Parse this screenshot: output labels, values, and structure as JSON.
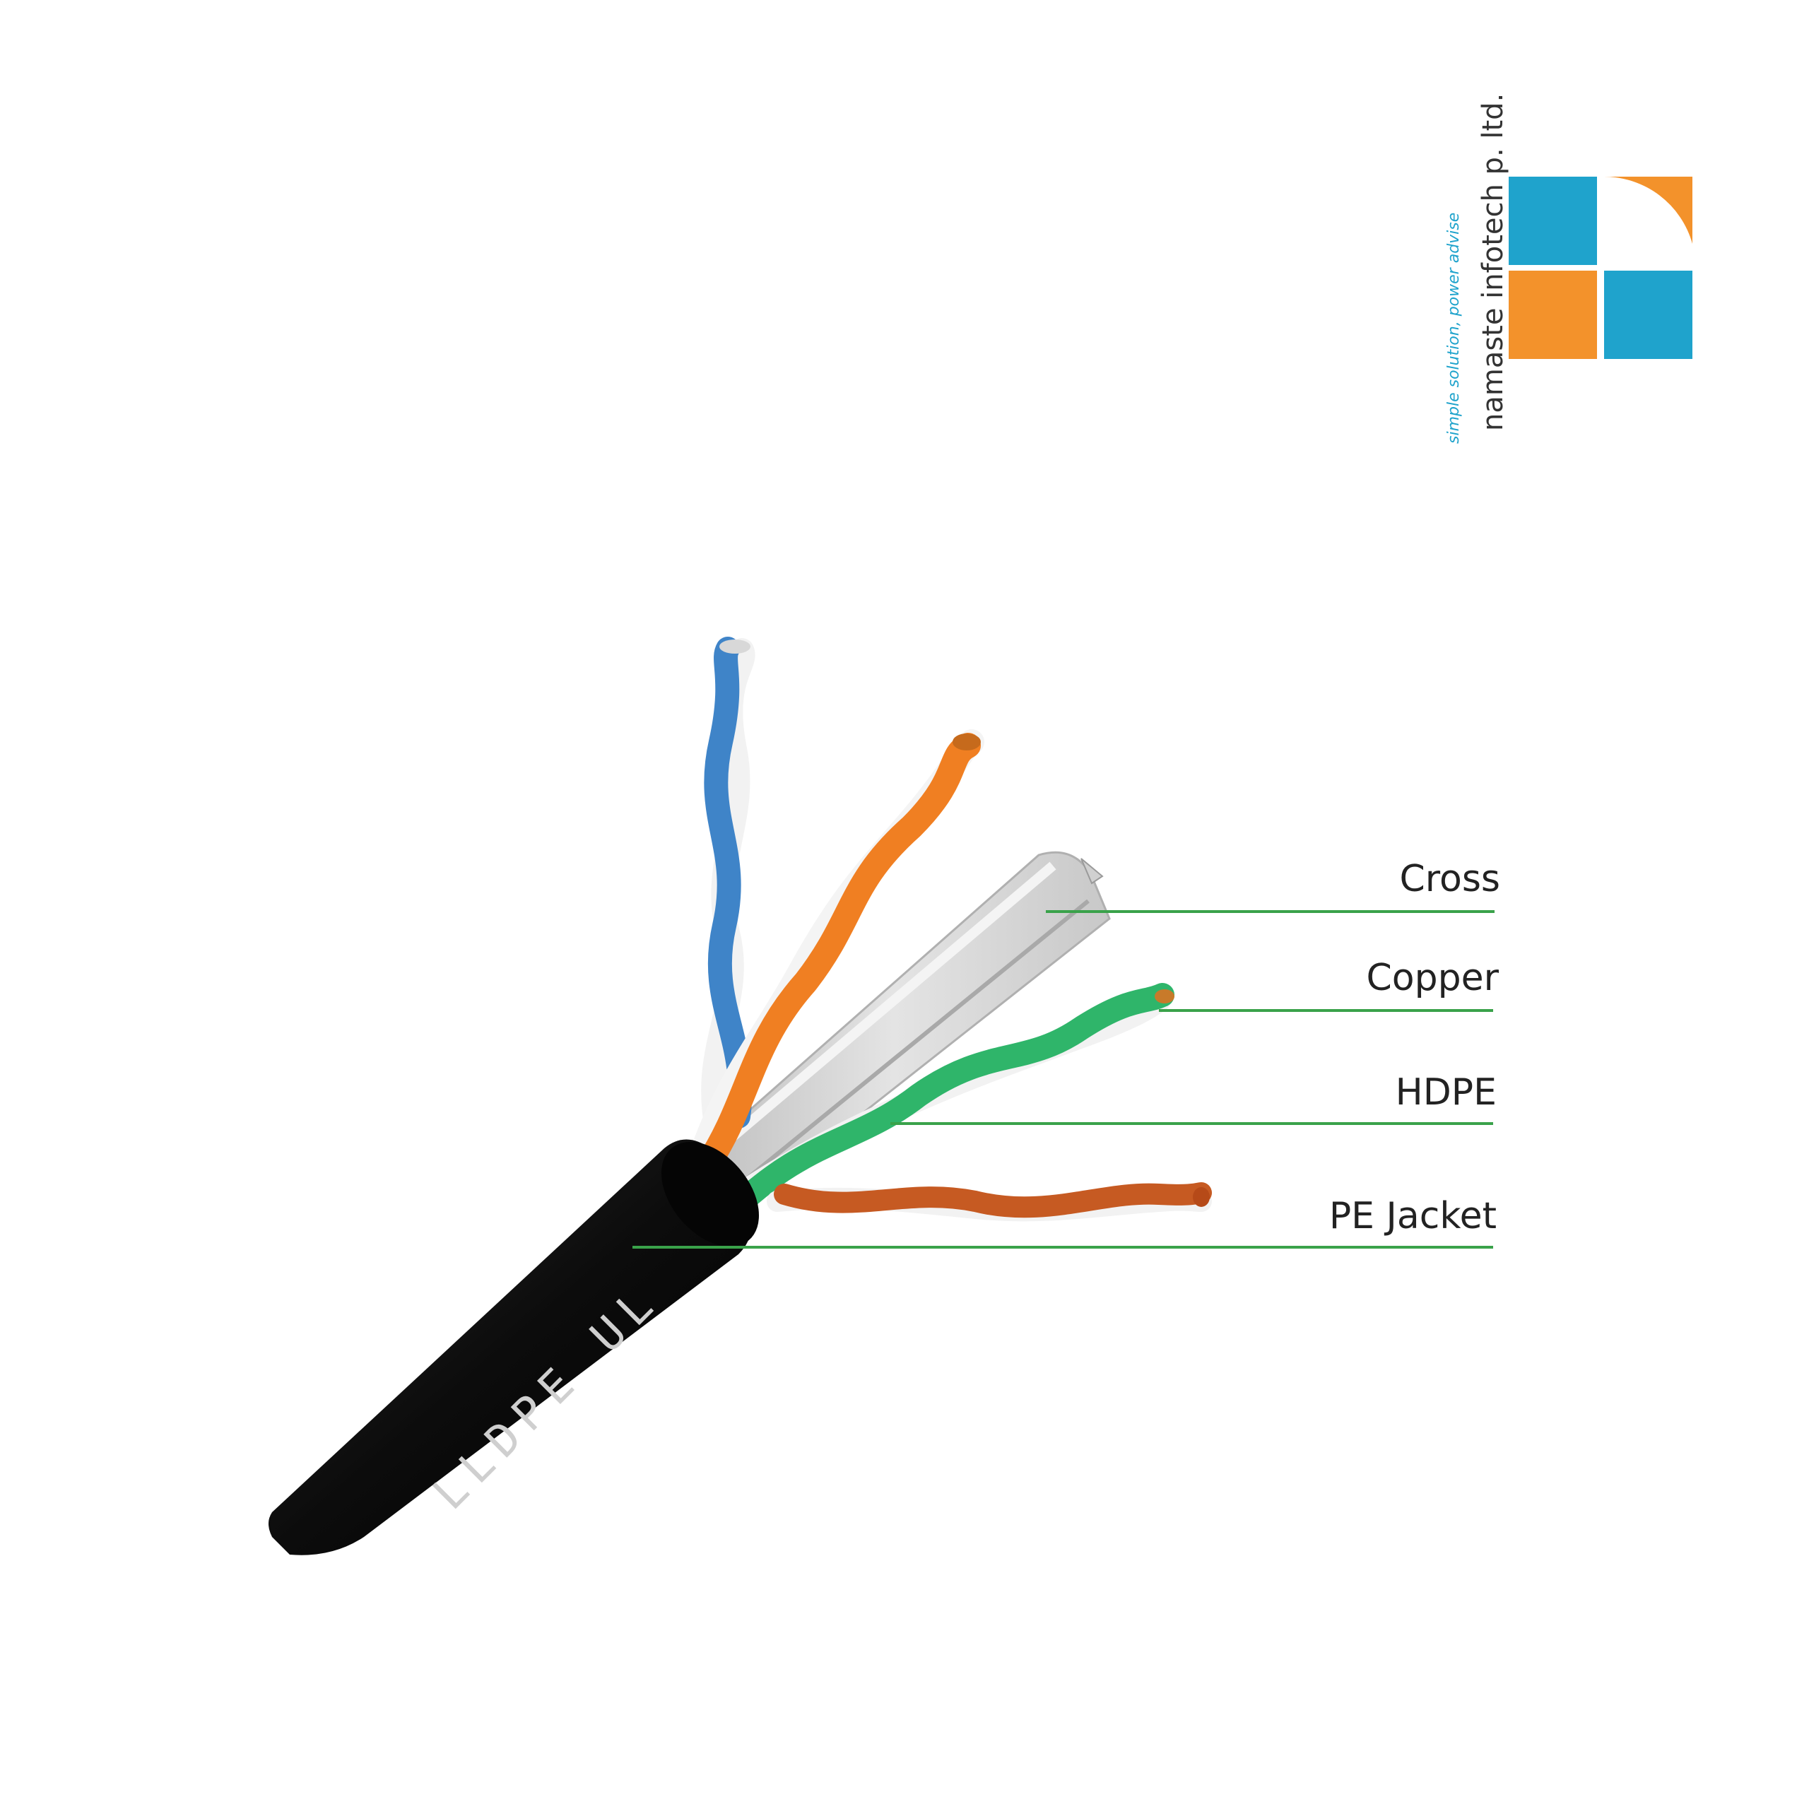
{
  "logo": {
    "company": "namaste infotech p. ltd.",
    "tagline": "simple solution, power advise",
    "colors": {
      "blue": "#1fa3cc",
      "orange": "#f3922b"
    }
  },
  "cable": {
    "jacket_print": "LLDPE UL",
    "colors": {
      "jacket": "#111111",
      "blue_pair": "#3f84c8",
      "orange_pair": "#f07f22",
      "green_pair": "#2fb56a",
      "brown_pair": "#c65a22",
      "cross": "#d6d6d6",
      "leader": "#3aa24a"
    }
  },
  "labels": [
    {
      "text": "Cross"
    },
    {
      "text": "Copper"
    },
    {
      "text": "HDPE"
    },
    {
      "text": "PE Jacket"
    }
  ]
}
